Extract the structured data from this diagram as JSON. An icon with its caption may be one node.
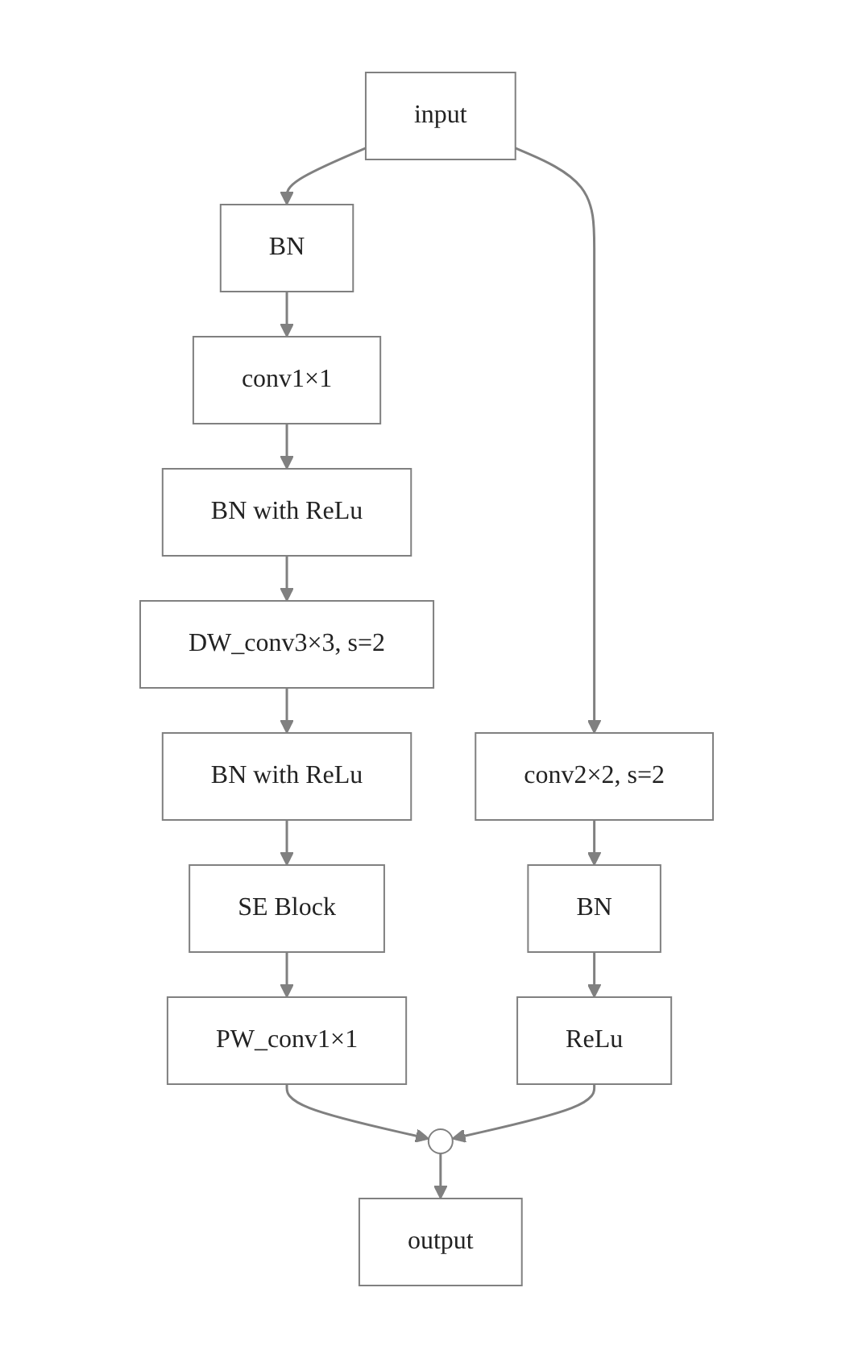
{
  "diagram": {
    "nodes": [
      {
        "text": [
          "input"
        ]
      },
      {
        "text": [
          "BN"
        ]
      },
      {
        "text": [
          "conv1×1"
        ]
      },
      {
        "text": [
          "BN with ReLu"
        ]
      },
      {
        "text": [
          "DW_conv3×3, s=2"
        ]
      },
      {
        "text": [
          "BN with ReLu"
        ]
      },
      {
        "text": [
          "SE Block"
        ]
      },
      {
        "text": [
          "PW_conv1×1"
        ]
      },
      {
        "text": [],
        "shape": "circle"
      },
      {
        "text": [
          "output"
        ]
      },
      {
        "text": [
          "conv2×2, s=2"
        ]
      },
      {
        "text": [
          "BN"
        ]
      },
      {
        "text": [
          "ReLu"
        ]
      }
    ],
    "edges": [
      {
        "from": 0,
        "to": 1,
        "arrow": "to"
      },
      {
        "from": 1,
        "to": 2,
        "arrow": "to"
      },
      {
        "from": 2,
        "to": 3,
        "arrow": "to"
      },
      {
        "from": 3,
        "to": 4,
        "arrow": "to"
      },
      {
        "from": 4,
        "to": 5,
        "arrow": "to"
      },
      {
        "from": 5,
        "to": 6,
        "arrow": "to"
      },
      {
        "from": 6,
        "to": 7,
        "arrow": "to"
      },
      {
        "from": 7,
        "to": 8,
        "arrow": "to"
      },
      {
        "from": 8,
        "to": 9,
        "arrow": "to"
      },
      {
        "from": 0,
        "to": 10,
        "arrow": "to"
      },
      {
        "from": 10,
        "to": 11,
        "arrow": "to"
      },
      {
        "from": 11,
        "to": 12,
        "arrow": "to"
      },
      {
        "from": 12,
        "to": 8,
        "arrow": "to"
      }
    ]
  }
}
